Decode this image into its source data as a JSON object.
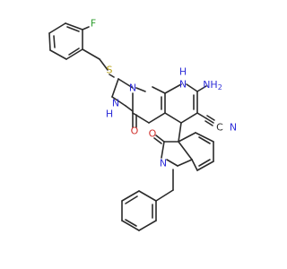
{
  "atoms": {
    "fluorine": "F",
    "sulfur": "S",
    "n_ring_top": "N",
    "nh_ring": "H",
    "nh_ring_n": "N",
    "nh2": "NH",
    "nh2_sub": "2",
    "n3_h": "H",
    "n3": "N",
    "carbonyl_o1": "O",
    "nitrile_n": "N",
    "nitrile_c": "C",
    "carbonyl_o2": "O",
    "indole_n": "N"
  },
  "colors": {
    "carbon": "#2b2b2b",
    "nitrogen": "#2f2fd8",
    "oxygen": "#d0312d",
    "sulfur": "#b8a21a",
    "fluorine": "#2f9e2f"
  }
}
